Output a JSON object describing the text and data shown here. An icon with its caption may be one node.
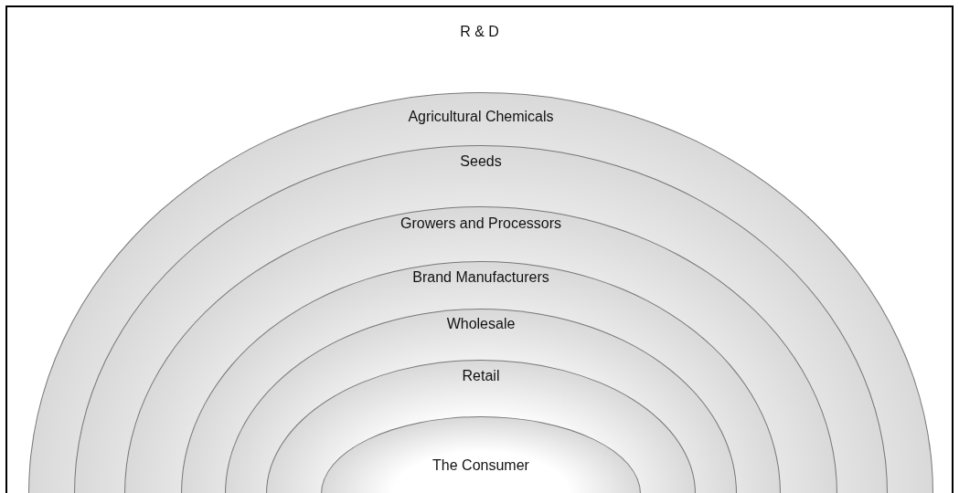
{
  "diagram": {
    "nodes": [
      {
        "text": [
          "R & D"
        ]
      },
      {
        "text": [
          "Agricultural Chemicals"
        ],
        "in": 0
      },
      {
        "text": [
          "Seeds"
        ],
        "in": 1
      },
      {
        "text": [
          "Growers and Processors"
        ],
        "in": 2
      },
      {
        "text": [
          "Brand Manufacturers"
        ],
        "in": 3
      },
      {
        "text": [
          "Wholesale"
        ],
        "in": 4
      },
      {
        "text": [
          "Retail"
        ],
        "in": 5
      },
      {
        "text": [
          "The Consumer"
        ],
        "in": 6
      }
    ]
  }
}
